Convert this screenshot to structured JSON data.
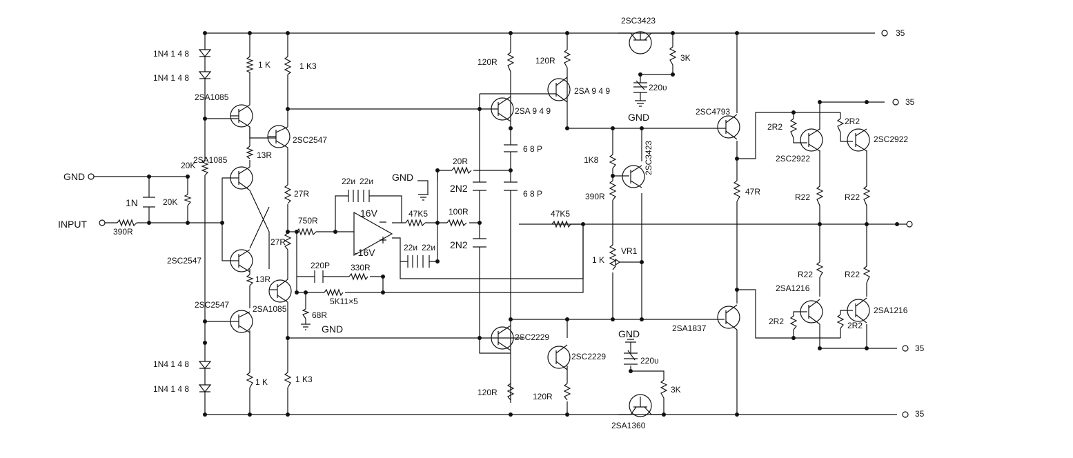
{
  "labels": {
    "q_2sc3423_top": "2SC3423",
    "q_2sc3423_mid": "2SC3423",
    "q_2sa949_a": "2SA 9 4 9",
    "q_2sa949_b": "2SA 9 4 9",
    "q_2sa1085_a": "2SA1085",
    "q_2sa1085_b": "2SA1085",
    "q_2sa1085_c": "2SA1085",
    "q_2sc2547_a": "2SC2547",
    "q_2sc2547_b": "2SC2547",
    "q_2sc2547_c": "2SC2547",
    "q_2sc4793": "2SC4793",
    "q_2sc2922_a": "2SC2922",
    "q_2sc2922_b": "2SC2922",
    "q_2sa1216_a": "2SA1216",
    "q_2sa1216_b": "2SA1216",
    "q_2sa1837": "2SA1837",
    "q_2sc2229_a": "2SC2229",
    "q_2sc2229_b": "2SC2229",
    "q_2sa1360": "2SA1360",
    "d_1n4148_1": "1N4 1 4 8",
    "d_1n4148_2": "1N4 1 4 8",
    "d_1n4148_3": "1N4 1 4 8",
    "d_1n4148_4": "1N4 1 4 8",
    "r_1k_a": "1 K",
    "r_1k3_a": "1 K3",
    "r_1k_b": "1 K",
    "r_1k3_b": "1 K3",
    "r_13r_a": "13R",
    "r_13r_b": "13R",
    "r_27r_a": "27R",
    "r_27r_b": "27R",
    "r_20k_a": "20K",
    "r_20k_b": "20K",
    "c_1n": "1N",
    "r_390r_in": "390R",
    "gnd_in": "GND",
    "input": "INPUT",
    "r_750r": "750R",
    "c_22u_a1": "22и",
    "c_22u_a2": "22и",
    "c_22u_b1": "22и",
    "c_22u_b2": "22и",
    "gnd_op": "GND",
    "v_pos": "16V",
    "v_neg": "-16V",
    "r_47k5_a": "47K5",
    "r_47k5_b": "47K5",
    "r_20r": "20R",
    "r_100r": "100R",
    "c_2n2_a": "2N2",
    "c_2n2_b": "2N2",
    "c_68p_a": "6 8 P",
    "c_68p_b": "6 8 P",
    "c_220p": "220P",
    "r_330r": "330R",
    "r_5k11x5": "5K11×5",
    "r_68r": "68R",
    "gnd_fb": "GND",
    "r_120r_a": "120R",
    "r_120r_b": "120R",
    "r_120r_c": "120R",
    "r_120r_d": "120R",
    "c_220u_top": "220υ",
    "gnd_top": "GND",
    "r_3k_top": "3K",
    "r_1k8": "1K8",
    "r_390r_bias": "390R",
    "vr1": "VR1",
    "vr1_val": "1 K",
    "gnd_bot": "GND",
    "c_220u_bot": "220υ",
    "r_3k_bot": "3K",
    "r_47r": "47R",
    "r_2r2_a": "2R2",
    "r_2r2_b": "2R2",
    "r_2r2_c": "2R2",
    "r_2r2_d": "2R2",
    "r_r22_a": "R22",
    "r_r22_b": "R22",
    "r_r22_c": "R22",
    "r_r22_d": "R22",
    "rail_1": "35",
    "rail_2": "35",
    "rail_3": "35",
    "rail_4": "35"
  }
}
